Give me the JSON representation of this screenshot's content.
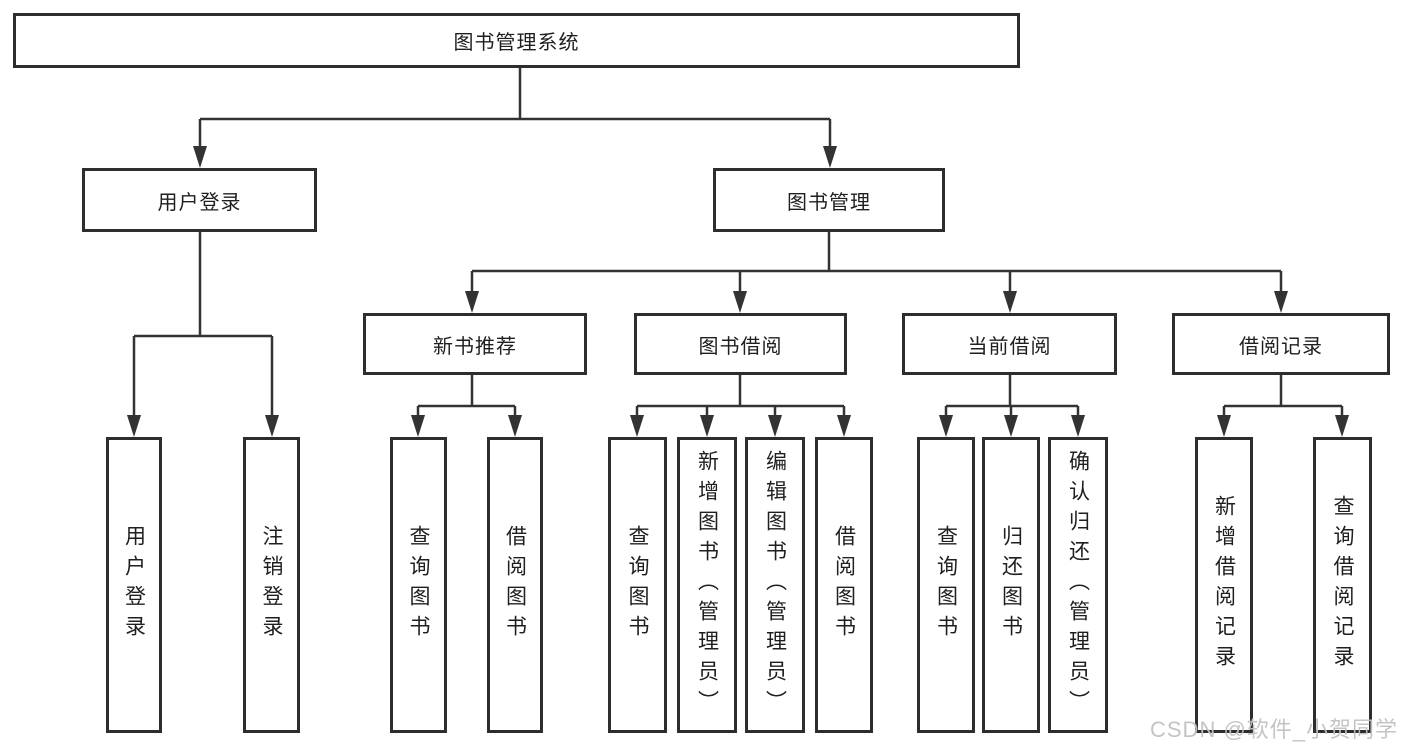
{
  "tree": {
    "root": "图书管理系统",
    "branches": [
      {
        "label": "用户登录",
        "leaves": [
          "用户登录",
          "注销登录"
        ]
      },
      {
        "label": "图书管理",
        "groups": [
          {
            "label": "新书推荐",
            "leaves": [
              "查询图书",
              "借阅图书"
            ]
          },
          {
            "label": "图书借阅",
            "leaves": [
              "查询图书",
              "新增图书（管理员）",
              "编辑图书（管理员）",
              "借阅图书"
            ]
          },
          {
            "label": "当前借阅",
            "leaves": [
              "查询图书",
              "归还图书",
              "确认归还（管理员）"
            ]
          },
          {
            "label": "借阅记录",
            "leaves": [
              "新增借阅记录",
              "查询借阅记录"
            ]
          }
        ]
      }
    ]
  },
  "watermark": "CSDN @软件_小贺同学",
  "colors": {
    "line": "#333333",
    "box_border": "#2d2d2d",
    "text": "#1f1f1f",
    "watermark": "#c1c1c1",
    "background": "#ffffff"
  }
}
